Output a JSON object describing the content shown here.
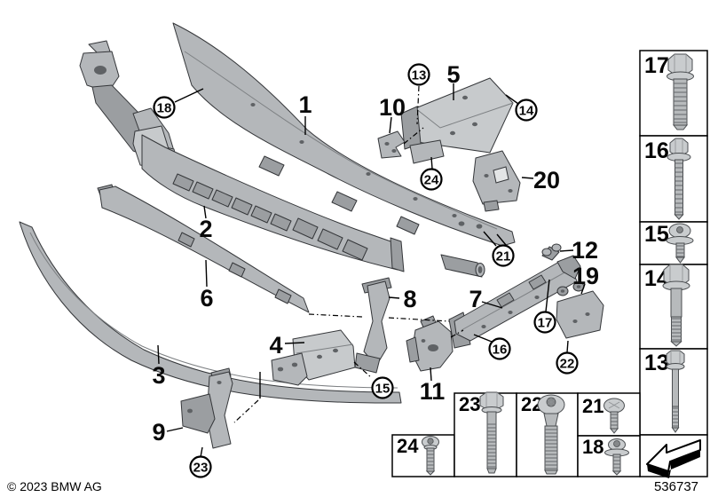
{
  "page": {
    "background": "#ffffff"
  },
  "footer": {
    "copyright": "© 2023 BMW AG",
    "diagram_number": "536737"
  },
  "callouts": {
    "plain": {
      "p1": "1",
      "p2": "2",
      "p3": "3",
      "p4": "4",
      "p5": "5",
      "p6": "6",
      "p7": "7",
      "p8": "8",
      "p9": "9",
      "p10": "10",
      "p11": "11",
      "p12": "12",
      "p19": "19",
      "p20": "20"
    },
    "circled": {
      "c13": "13",
      "c14": "14",
      "c15": "15",
      "c16": "16",
      "c17": "17",
      "c18": "18",
      "c21": "21",
      "c22": "22",
      "c23": "23",
      "c24": "24"
    }
  },
  "fasteners": {
    "sidebar": [
      {
        "label": "17",
        "icon": "hex-flange-bolt"
      },
      {
        "label": "16",
        "icon": "hex-flange-bolt-long"
      },
      {
        "label": "15",
        "icon": "torx-washer-screw-short"
      },
      {
        "label": "14",
        "icon": "hex-flange-bolt-part-thread"
      },
      {
        "label": "13",
        "icon": "hex-bolt-long-thin"
      },
      {
        "label": "",
        "icon": "direction-arrow"
      }
    ],
    "bottom": [
      {
        "label": "24",
        "icon": "torx-pan-screw"
      },
      {
        "label": "23",
        "icon": "hex-head-bolt-long"
      },
      {
        "label": "22",
        "icon": "oval-head-torx-bolt"
      },
      {
        "label": "21",
        "icon": "pan-head-screw-short"
      },
      {
        "label": "18",
        "icon": "torx-washer-screw"
      }
    ]
  },
  "colors": {
    "part_fill": "#b4b7ba",
    "outline": "#35373a",
    "line": "#000000"
  }
}
